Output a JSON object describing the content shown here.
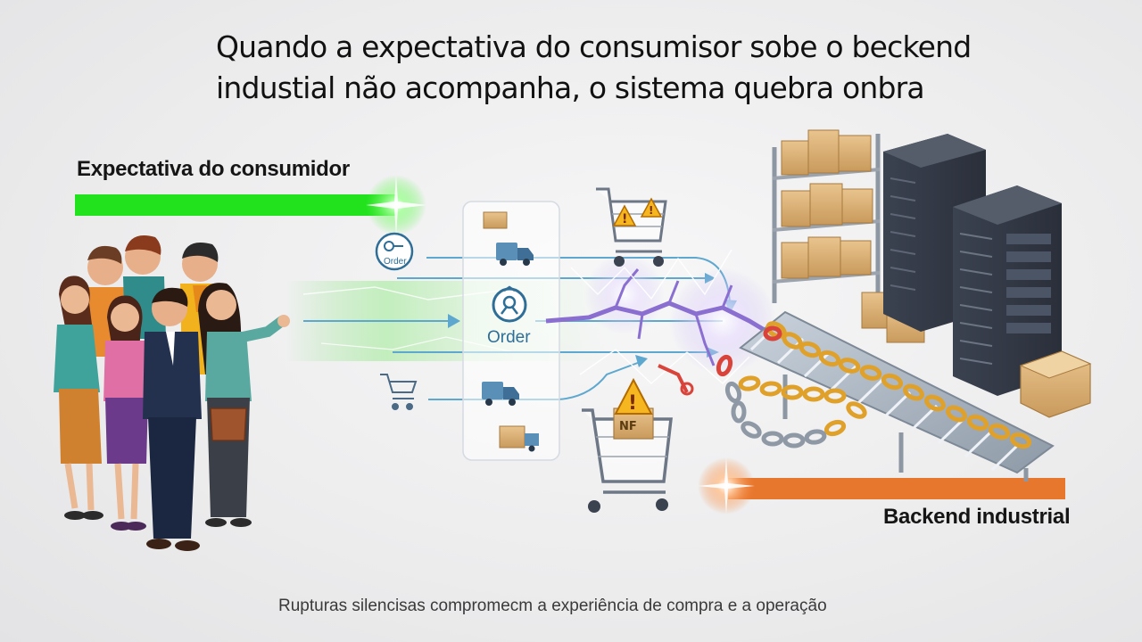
{
  "title": {
    "line1": "Quando a expectativa do consumisor sobe o beckend",
    "line2": "industial não acompanha, o sistema quebra onbra"
  },
  "labels": {
    "expectation": "Expectativa do consumidor",
    "backend": "Backend industrial"
  },
  "flow_panel": {
    "order_big": "Order",
    "order_small": "Order",
    "box_tag": "NF"
  },
  "caption": "Rupturas silencisas compromecm a experiência de compra e a operação",
  "colors": {
    "expectation_bar": "#22e21e",
    "backend_bar": "#e8772e",
    "flow_line": "#5ea8cf",
    "chain": "#e0a12a",
    "crack": "#8a6fd1"
  }
}
